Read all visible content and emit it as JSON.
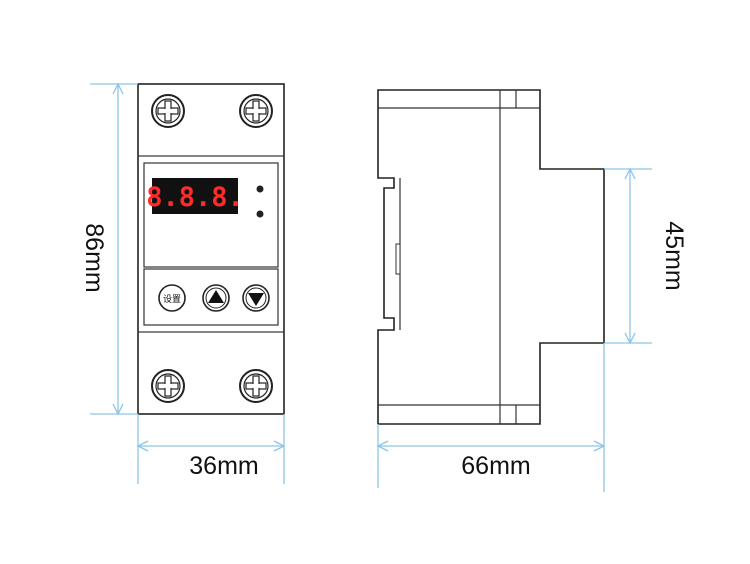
{
  "dimensions": {
    "height": "86mm",
    "width_front": "36mm",
    "depth_side": "66mm",
    "rail_height": "45mm"
  },
  "display": {
    "digits": "8.8.8.",
    "digit_color": "#ff2a2a",
    "screen_color": "#111111"
  },
  "buttons": [
    {
      "name": "set",
      "label": "设置"
    },
    {
      "name": "up",
      "icon": "triangle-up-icon"
    },
    {
      "name": "down",
      "icon": "triangle-down-icon"
    }
  ],
  "colors": {
    "dimension_lines": "#8ec5e6",
    "panel_fill": "#a9a9a9",
    "outline": "#222222"
  }
}
